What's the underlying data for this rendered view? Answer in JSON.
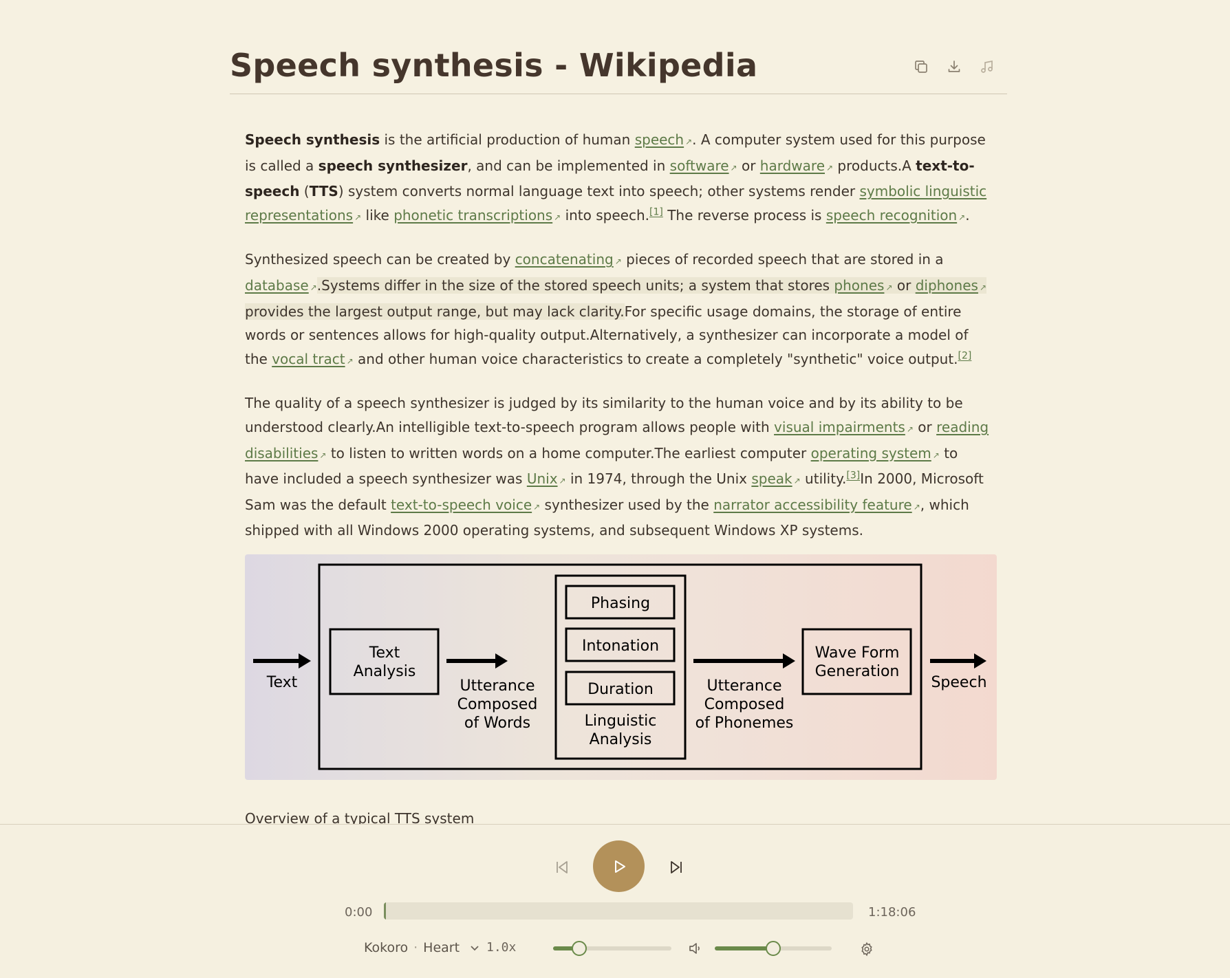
{
  "header": {
    "title": "Speech synthesis - Wikipedia",
    "icons": [
      "copy-icon",
      "download-icon",
      "music-note-icon"
    ]
  },
  "article": {
    "p1": {
      "t1": "Speech synthesis",
      "t2": " is the artificial production of human ",
      "l1": "speech",
      "t3": ". A computer system used for this purpose is called a ",
      "t4": "speech synthesizer",
      "t5": ", and can be implemented in ",
      "l2": "software",
      "t6": " or ",
      "l3": "hardware",
      "t7": " products.A ",
      "t8": "text-to-speech",
      "t9": " (",
      "t10": "TTS",
      "t11": ") system converts normal language text into speech; other systems render ",
      "l4": "symbolic linguistic representations",
      "t12": " like ",
      "l5": "phonetic transcriptions",
      "t13": " into speech.",
      "ref": "[1]",
      "t14": " The reverse process is ",
      "l6": "speech recognition",
      "t15": "."
    },
    "p2": {
      "t1": "Synthesized speech can be created by ",
      "l1": "concatenating",
      "t2": " pieces of recorded speech that are stored in a ",
      "l2": "database",
      "t3": ".Systems differ in the size of the stored speech units; a system that stores ",
      "l3": "phones",
      "t4": " or ",
      "l4": "diphones",
      "t5": " provides the largest output range, but may lack clarity.",
      "t6": "For specific usage domains, the storage of entire words or sentences allows for high-quality output.Alternatively, a synthesizer can incorporate a model of the ",
      "l5": "vocal tract",
      "t7": " and other human voice characteristics to create a completely \"synthetic\" voice output.",
      "ref": "[2]"
    },
    "p3": {
      "t1": "The quality of a speech synthesizer is judged by its similarity to the human voice and by its ability to be understood clearly.An intelligible text-to-speech program allows people with ",
      "l1": "visual impairments",
      "t2": " or ",
      "l2": "reading disabilities",
      "t3": " to listen to written words on a home computer.The earliest computer ",
      "l3": "operating system",
      "t4": " to have included a speech synthesizer was ",
      "l4": "Unix",
      "t5": " in 1974, through the Unix ",
      "l5": "speak",
      "t6": " utility.",
      "ref": "[3]",
      "t7": "In 2000, Microsoft Sam was the default ",
      "l6": "text-to-speech voice",
      "t8": " synthesizer used by the ",
      "l7": "narrator accessibility feature",
      "t9": ", which shipped with all Windows 2000 operating systems, and subsequent Windows XP systems."
    }
  },
  "figure": {
    "text_in": "Text",
    "text_analysis": [
      "Text",
      "Analysis"
    ],
    "utt_words": [
      "Utterance",
      "Composed",
      "of Words"
    ],
    "phasing": "Phasing",
    "intonation": "Intonation",
    "duration": "Duration",
    "linguistic": [
      "Linguistic",
      "Analysis"
    ],
    "utt_phonemes": [
      "Utterance",
      "Composed",
      "of Phonemes"
    ],
    "waveform": [
      "Wave Form",
      "Generation"
    ],
    "speech_out": "Speech",
    "caption": "Overview of a typical TTS system"
  },
  "player": {
    "time_current": "0:00",
    "time_total": "1:18:06",
    "progress_fraction": 0.004,
    "voice_engine": "Kokoro",
    "voice_sep": "·",
    "voice_name": "Heart",
    "speed": "1.0x",
    "speed_slider_fraction": 0.22,
    "volume_fraction": 0.5,
    "accent": "#b3915a",
    "slider_color": "#6a8a4a"
  }
}
